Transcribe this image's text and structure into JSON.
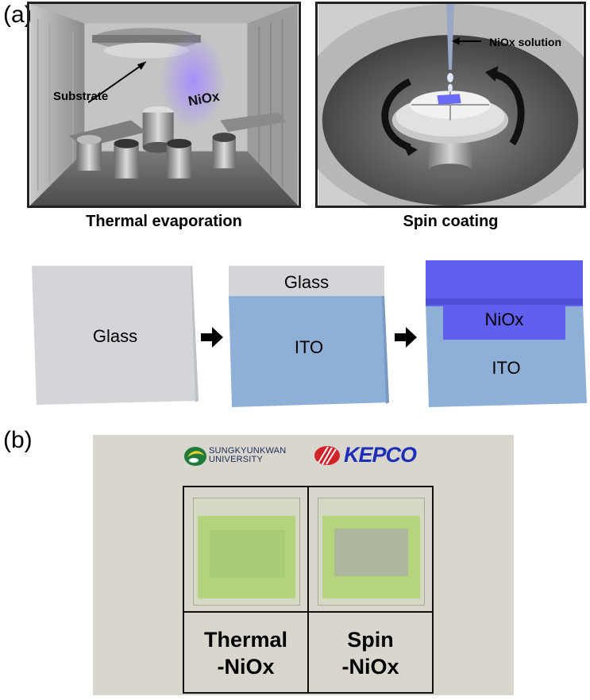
{
  "panel_a": {
    "label": "(a)",
    "left_scene": {
      "caption": "Thermal evaporation",
      "substrate_label": "Substrate",
      "material_label": "NiOx"
    },
    "right_scene": {
      "caption": "Spin coating",
      "solution_label": "NiOx solution"
    },
    "process_steps": [
      {
        "layers": [
          "Glass"
        ]
      },
      {
        "layers": [
          "Glass",
          "ITO"
        ]
      },
      {
        "layers": [
          "NiOx",
          "ITO"
        ]
      }
    ]
  },
  "panel_b": {
    "label": "(b)",
    "logos": {
      "university_line1": "SUNGKYUNKWAN",
      "university_line2": "UNIVERSITY",
      "company": "KEPCO"
    },
    "samples": [
      {
        "line1": "Thermal",
        "line2": "-NiOx"
      },
      {
        "line1": "Spin",
        "line2": "-NiOx"
      }
    ]
  },
  "colors": {
    "glass": "#d3d5d8",
    "ito": "#8fb0d6",
    "niox": "#5f5ff0",
    "photo_bg": "#d9d7cd",
    "niox_glow": "#9a86ff"
  }
}
